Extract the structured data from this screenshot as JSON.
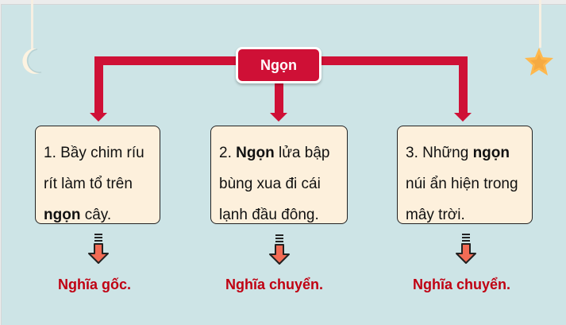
{
  "slide": {
    "background_color": "#cde4e6",
    "accent_color": "#cf1036",
    "title_word": "Ngọn",
    "examples": [
      {
        "number": "1.",
        "before": " Bầy chim ríu rít làm tổ trên ",
        "bold": "ngọn",
        "after": " cây.",
        "meaning": "Nghĩa gốc."
      },
      {
        "number": "2.",
        "before": " ",
        "bold": "Ngọn",
        "after": " lửa bập bùng xua đi cái lạnh đầu đông.",
        "meaning": "Nghĩa chuyển."
      },
      {
        "number": "3.",
        "before": " Những ",
        "bold": "ngọn",
        "after": " núi ẩn hiện trong mây trời.",
        "meaning": "Nghĩa chuyển."
      }
    ],
    "decorations": [
      "moon-icon",
      "star-icon"
    ]
  }
}
